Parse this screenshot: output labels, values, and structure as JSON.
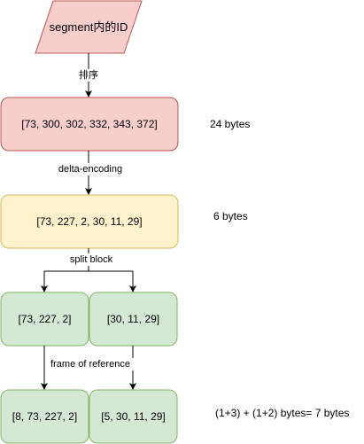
{
  "nodes": {
    "segment_ids": {
      "label": "segment内的ID"
    },
    "sorted": {
      "label": "[73, 300, 302, 332, 343, 372]"
    },
    "delta": {
      "label": "[73, 227, 2, 30, 11, 29]"
    },
    "block_left": {
      "label": "[73, 227, 2]"
    },
    "block_right": {
      "label": "[30, 11, 29]"
    },
    "for_left": {
      "label": "[8, 73, 227, 2]"
    },
    "for_right": {
      "label": "[5, 30, 11, 29]"
    }
  },
  "edges": {
    "sort": {
      "label": "排序"
    },
    "delta_encoding": {
      "label": "delta-encoding"
    },
    "split_block": {
      "label": "split block"
    },
    "frame_of_reference": {
      "label": "frame of reference"
    }
  },
  "notes": {
    "sorted_size": "24 bytes",
    "delta_size": "6 bytes",
    "for_size": "(1+3) + (1+2) bytes=  7 bytes"
  },
  "colors": {
    "red_fill": "#f8cecc",
    "red_stroke": "#b85450",
    "yellow_fill": "#fff2cc",
    "yellow_stroke": "#d6b656",
    "green_fill": "#d5e8d4",
    "green_stroke": "#82b366",
    "line": "#000000"
  }
}
